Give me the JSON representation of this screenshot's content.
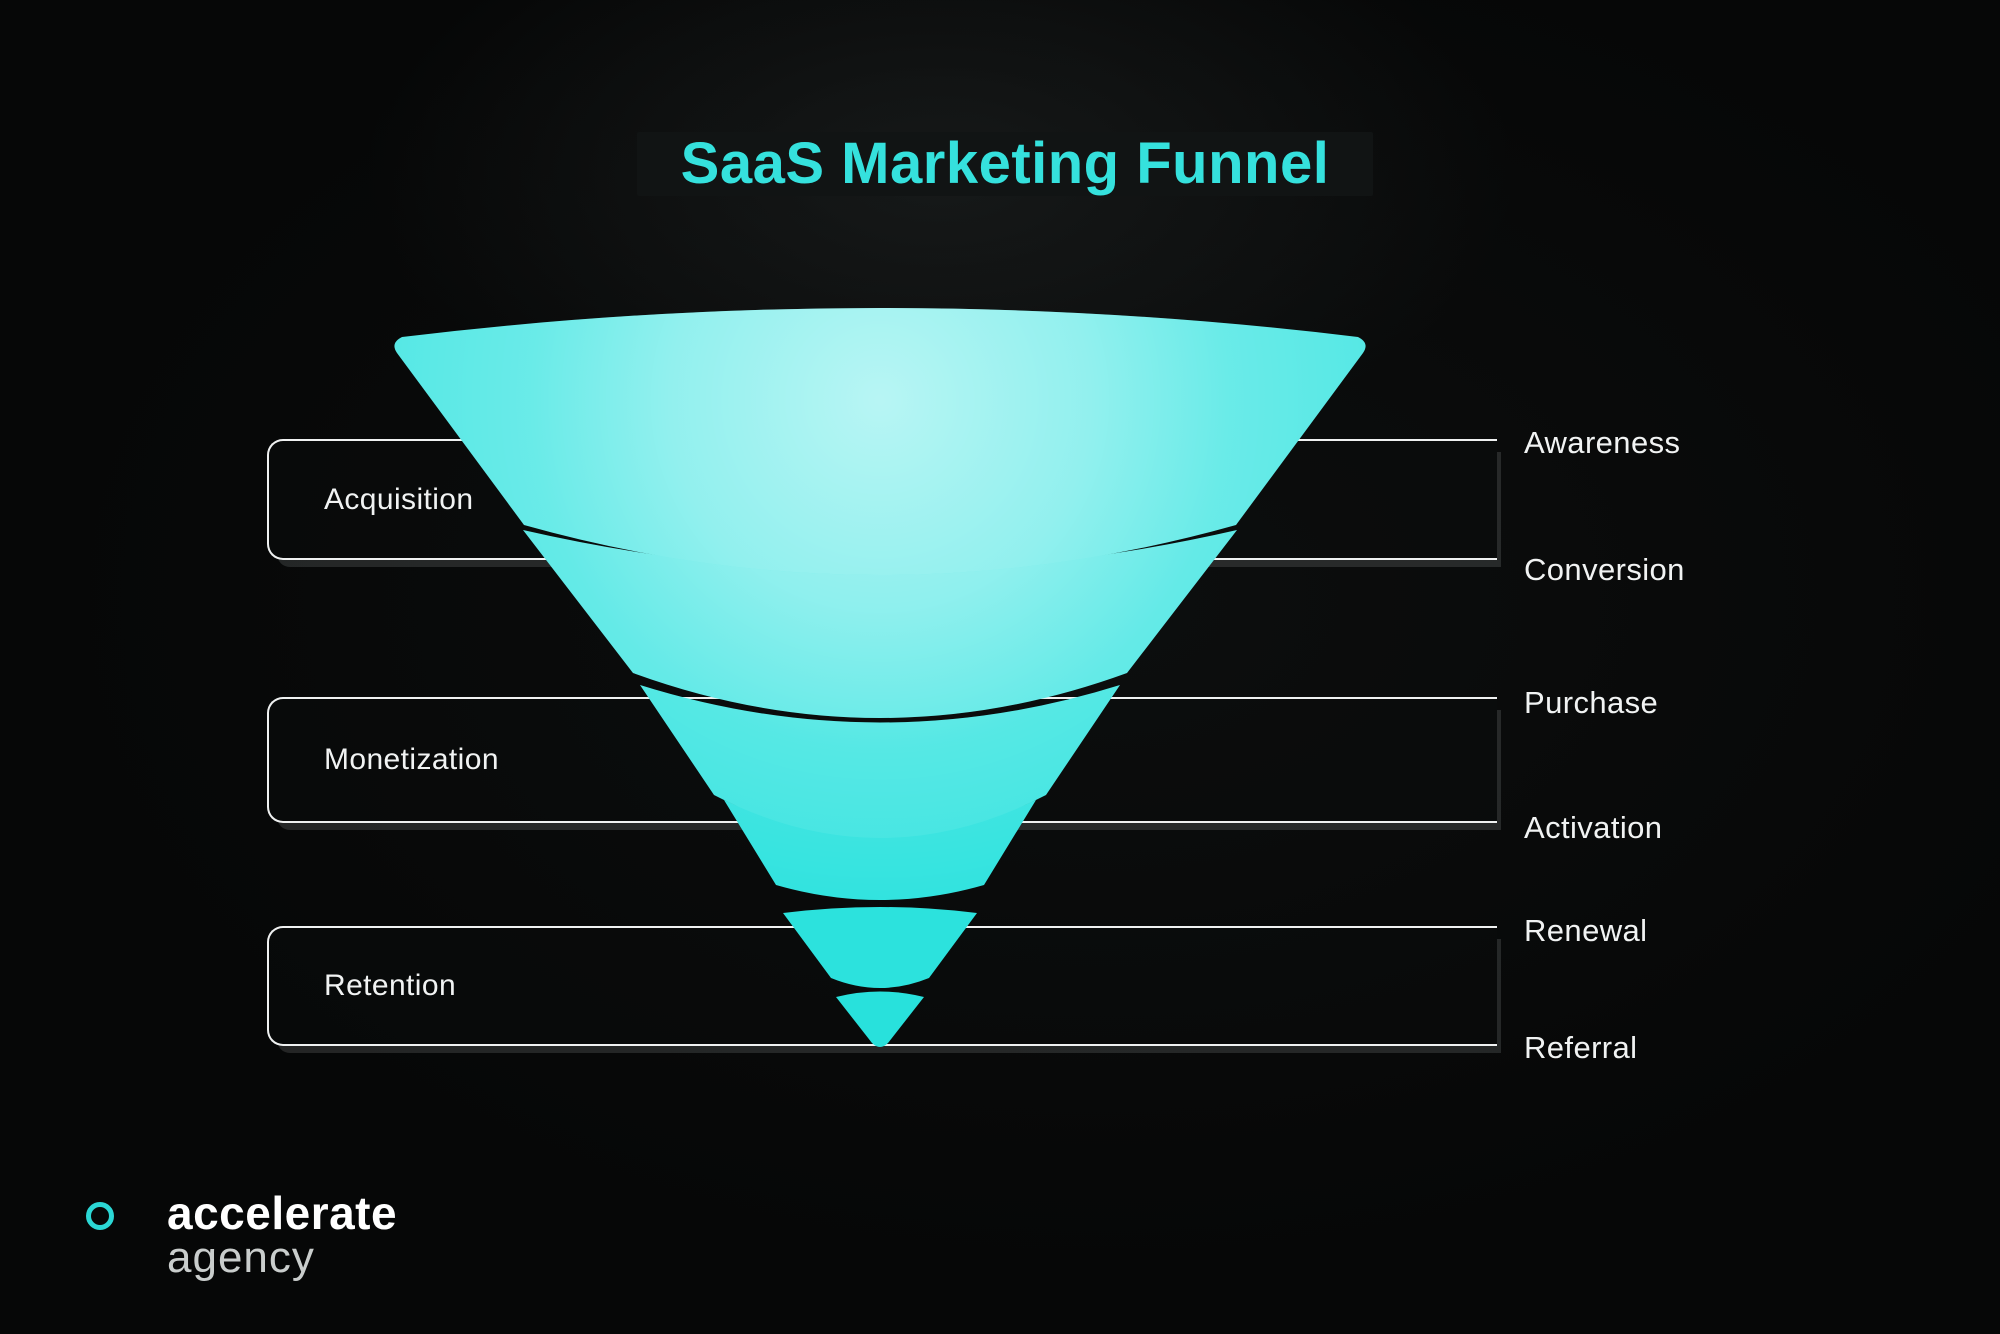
{
  "title": {
    "text": "SaaS Marketing Funnel"
  },
  "colors": {
    "accent": "#35E1DD",
    "line": "#EFF1F1",
    "text": "#F1F3F3",
    "title-bg": "#111414",
    "ring": "#2BD7D5",
    "background": "#060707"
  },
  "stages": [
    {
      "label": "Acquisition"
    },
    {
      "label": "Monetization"
    },
    {
      "label": "Retention"
    }
  ],
  "funnel": {
    "tiers": [
      {
        "label": "Awareness",
        "color": "#55E8E5"
      },
      {
        "label": "Conversion",
        "color": "#4FE7E4"
      },
      {
        "label": "Purchase",
        "color": "#3FE5E1"
      },
      {
        "label": "Activation",
        "color": "#32E3DF"
      },
      {
        "label": "Renewal",
        "color": "#2CE2DD"
      },
      {
        "label": "Referral",
        "color": "#28E1DC"
      }
    ]
  },
  "logo": {
    "name": "accelerate",
    "type": "agency"
  }
}
